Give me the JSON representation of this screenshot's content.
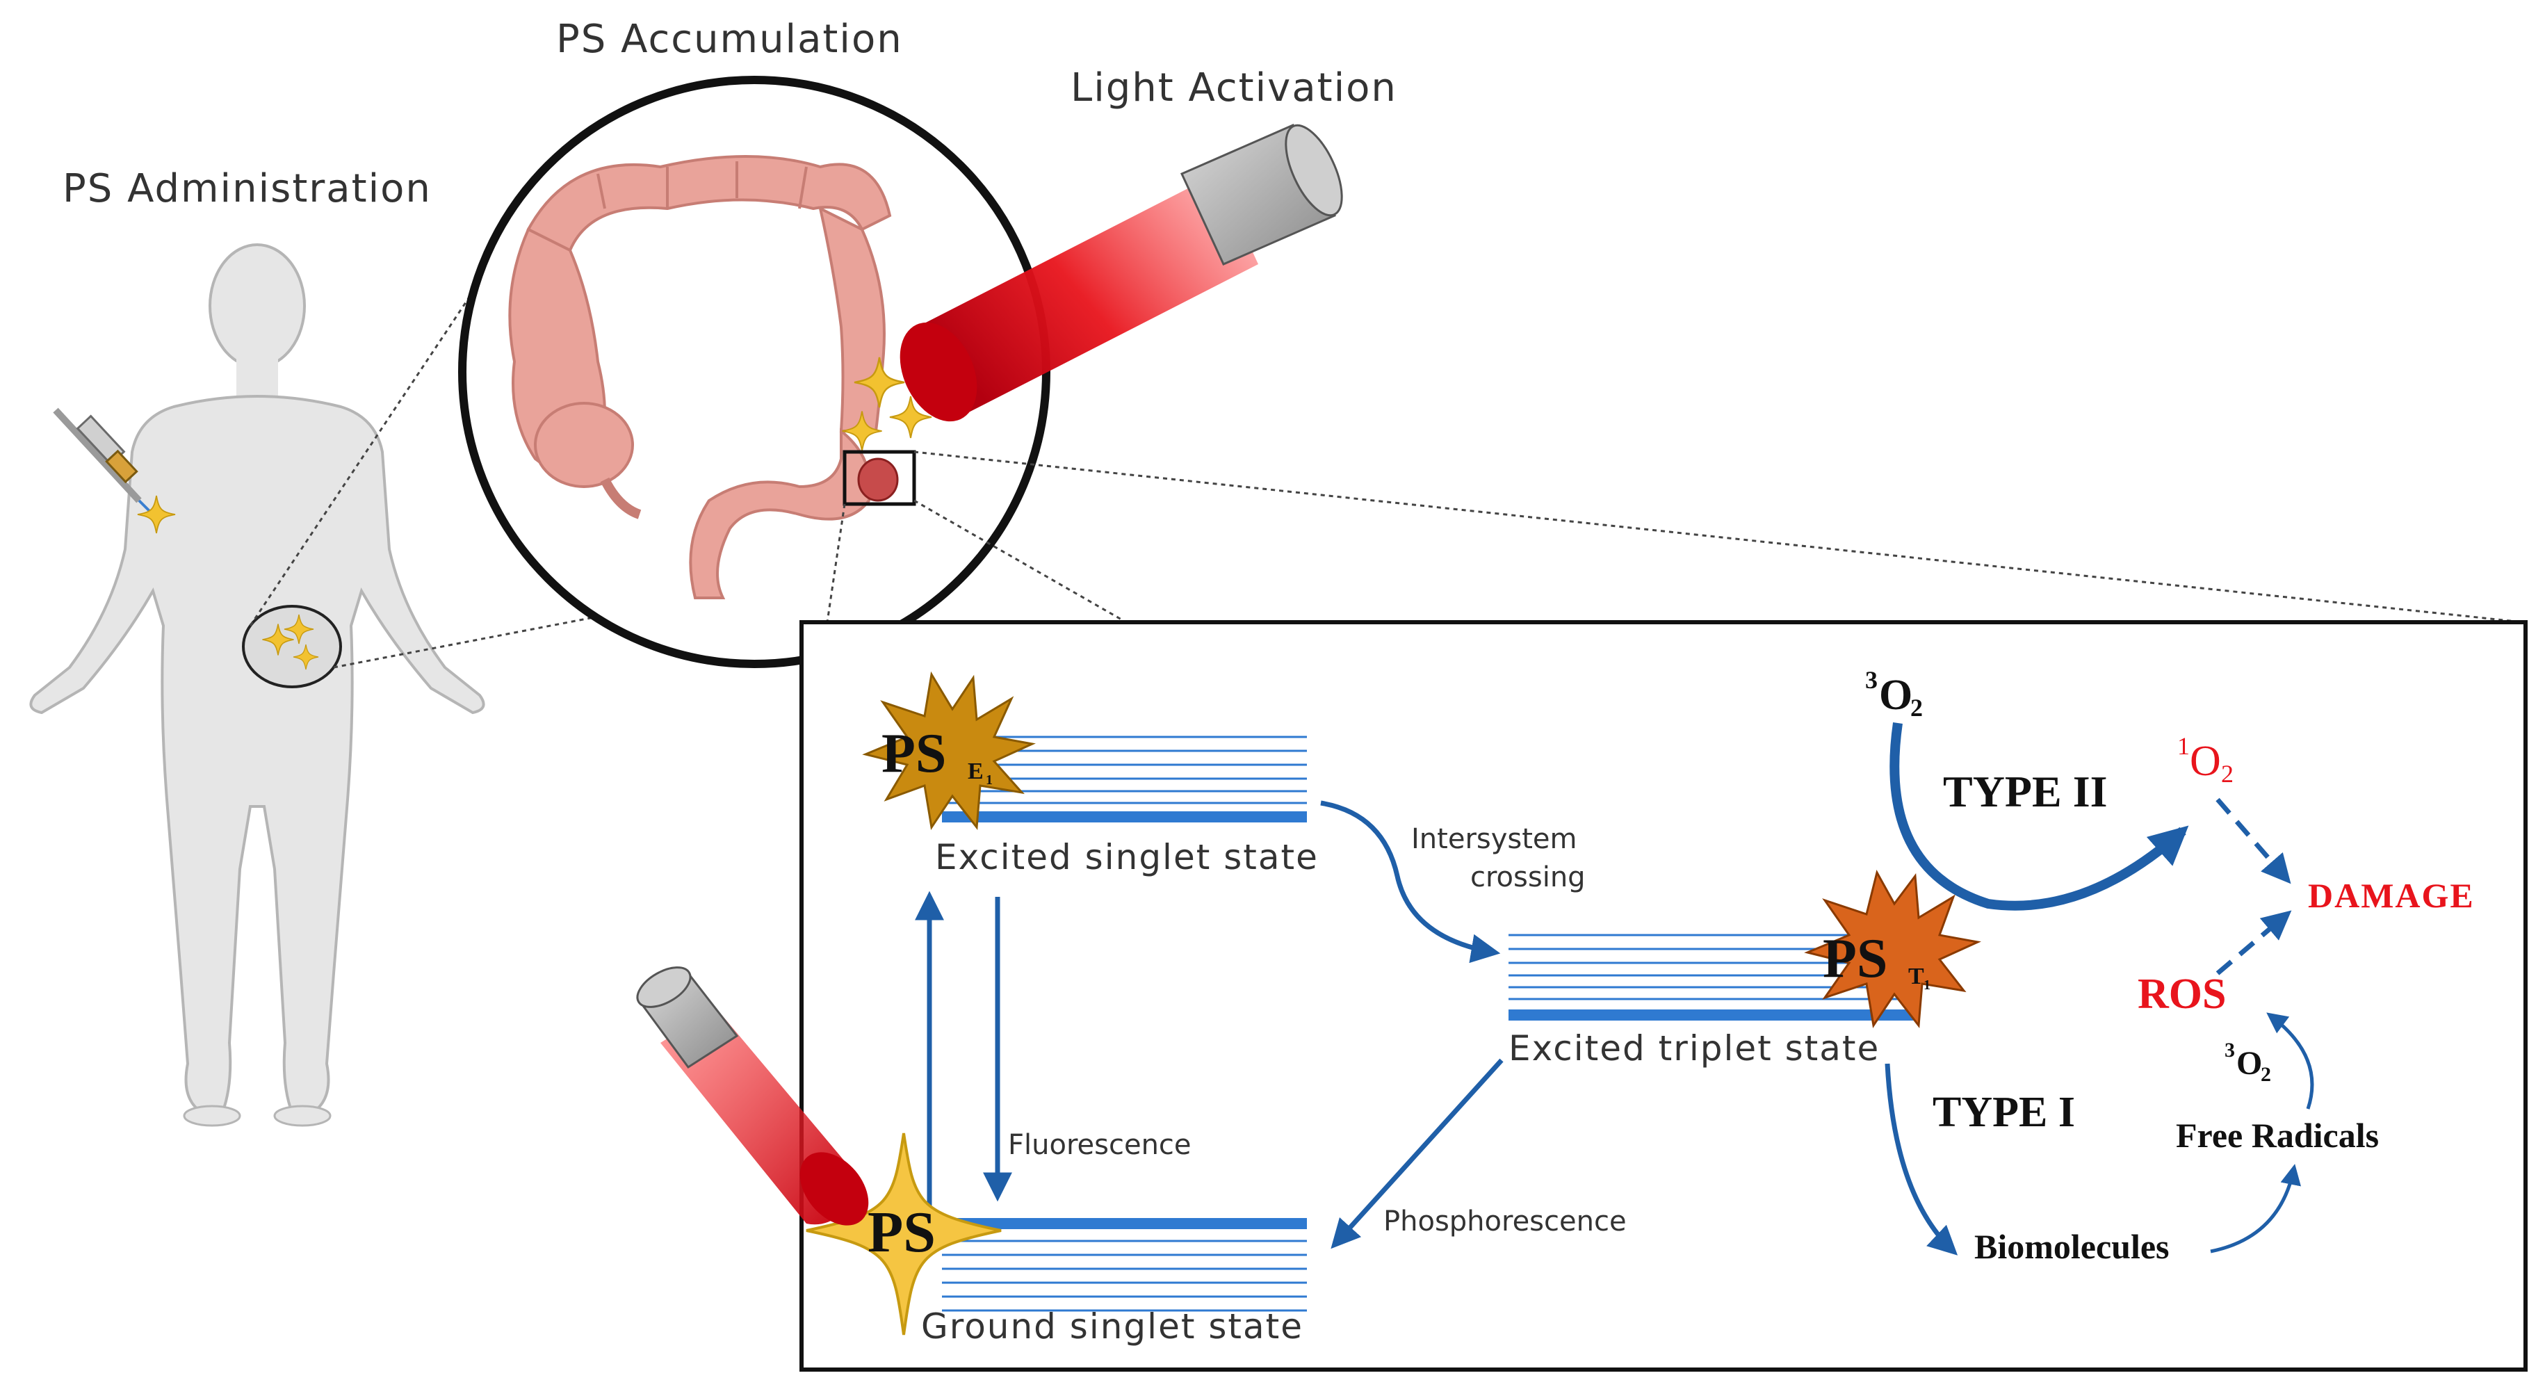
{
  "labels": {
    "administration": "PS Administration",
    "accumulation": "PS Accumulation",
    "activation": "Light Activation"
  },
  "jablonski": {
    "ps_excited": "PS",
    "ps_excited_sub": "E",
    "ps_excited_sub_num": "1",
    "ps_ground": "PS",
    "ps_triplet": "PS",
    "ps_triplet_sub": "T",
    "ps_triplet_sub_num": "1",
    "excited_singlet": "Excited singlet state",
    "excited_triplet": "Excited triplet state",
    "ground_singlet": "Ground singlet state",
    "intersystem_line1": "Intersystem",
    "intersystem_line2": "crossing",
    "fluorescence": "Fluorescence",
    "phosphorescence": "Phosphorescence"
  },
  "reactions": {
    "o2_triplet_sup": "3",
    "o2_triplet": "O",
    "o2_triplet_sub": "2",
    "type_ii": "TYPE II",
    "singlet_o2_sup": "1",
    "singlet_o2": "O",
    "singlet_o2_sub": "2",
    "damage": "DAMAGE",
    "ros": "ROS",
    "o2_small_sup": "3",
    "o2_small": "O",
    "o2_small_sub": "2",
    "type_i": "TYPE I",
    "free_radicals": "Free Radicals",
    "biomolecules": "Biomolecules"
  },
  "colors": {
    "arrow_blue": "#1f5fa8",
    "level_blue": "#2f7ad1",
    "laser_red": "#e8141c",
    "tissue_pink": "#e9a39a",
    "body_gray": "#e6e6e6",
    "damage_red": "#e8141c",
    "star_gold": "#f2c230",
    "ps_excited_fill": "#c98a10",
    "ps_triplet_fill": "#d9641c"
  }
}
